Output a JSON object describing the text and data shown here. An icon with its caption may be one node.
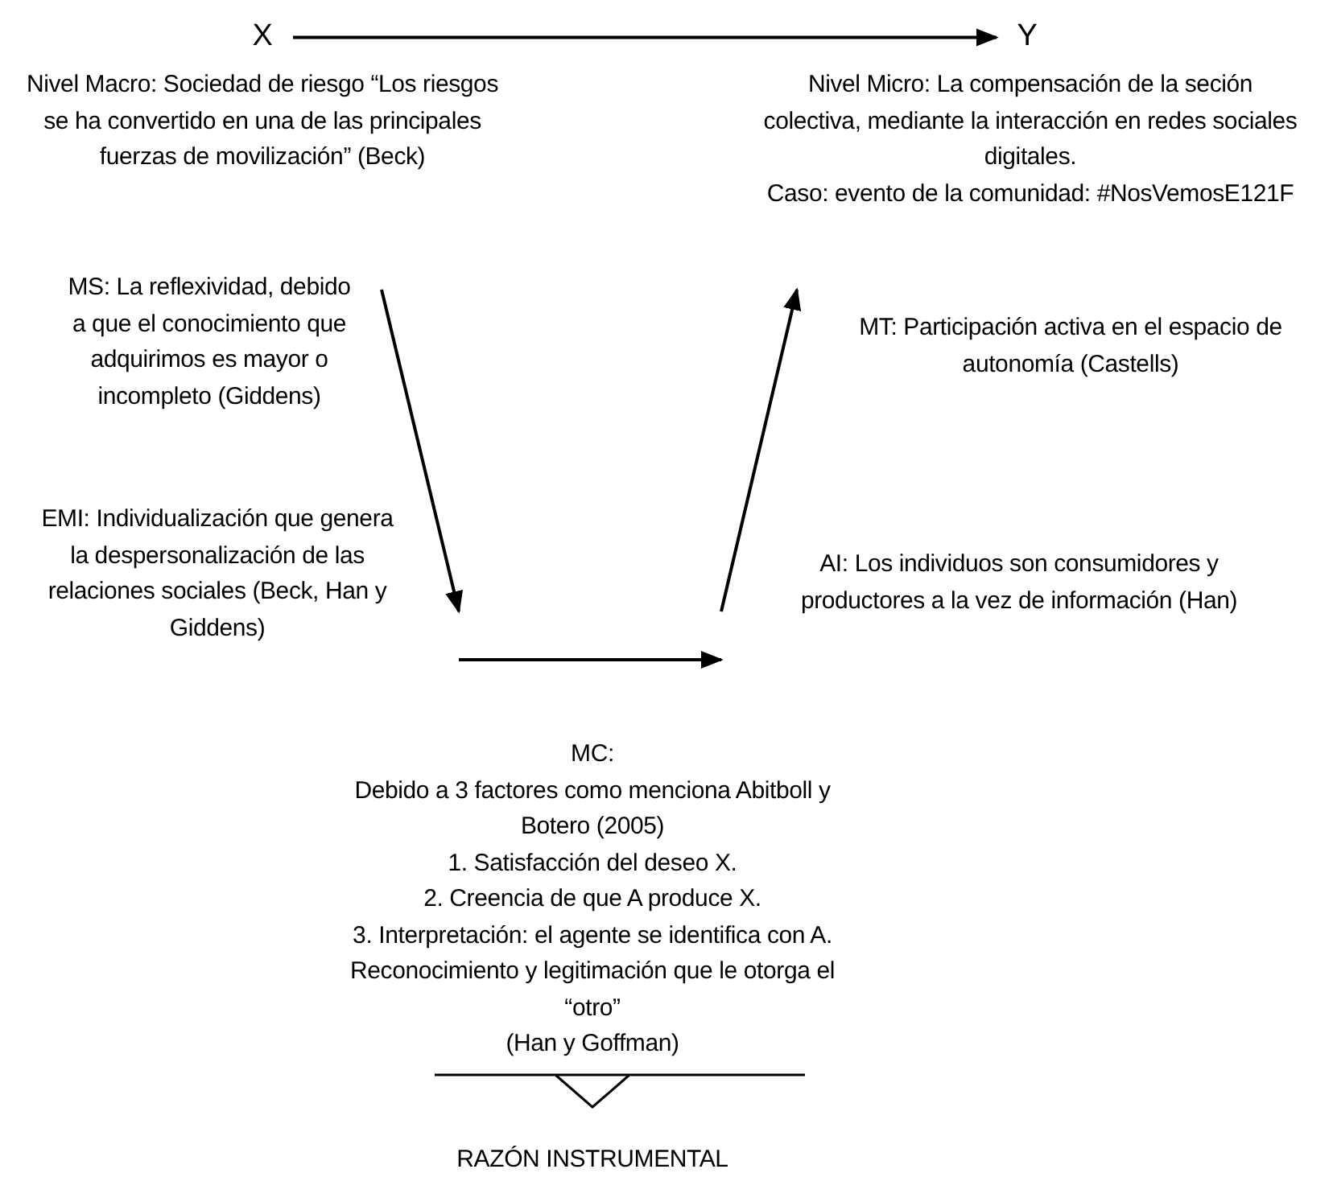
{
  "diagram": {
    "nodes": [
      {
        "text": [
          "X"
        ]
      },
      {
        "text": [
          "Y"
        ]
      },
      {
        "text": [
          "Nivel Macro: Sociedad de riesgo “Los riesgos se ha convertido en una de las principales fuerzas de movilización” (Beck)"
        ]
      },
      {
        "text": [
          "Nivel Micro: La compensación de la seción colectiva, mediante la interacción en redes sociales digitales.",
          "Caso: evento de la comunidad: #NosVemosE121F"
        ]
      },
      {
        "text": [
          "MS: La reflexividad, debido a que el conocimiento que adquirimos es mayor o incompleto (Giddens)"
        ]
      },
      {
        "text": [
          "EMI: Individualización que genera la despersonalización de las relaciones sociales (Beck, Han y Giddens)"
        ]
      },
      {
        "text": [
          "AI: Los individuos son consumidores y productores a la vez de información (Han)"
        ]
      }
    ],
    "edges": [
      {
        "from": 0,
        "to": 1,
        "arrow": "to"
      },
      {
        "from": 4,
        "to": 5,
        "arrow": "to"
      },
      {
        "from": 5,
        "to": 6,
        "arrow": "to"
      },
      {
        "from": 6,
        "to": 3,
        "arrow": "to"
      }
    ],
    "labels": [
      "MT: Participación activa en el espacio de autonomía (Castells)",
      "MC:",
      "Debido a 3 factores como menciona Abitboll y Botero (2005)",
      "1. Satisfacción del deseo X.",
      "2. Creencia de que A produce X.",
      "3. Interpretación: el agente se identifica con A.",
      "Reconocimiento y legitimación que le otorga el “otro”",
      "(Han y Goffman)",
      "RAZÓN INSTRUMENTAL"
    ]
  }
}
